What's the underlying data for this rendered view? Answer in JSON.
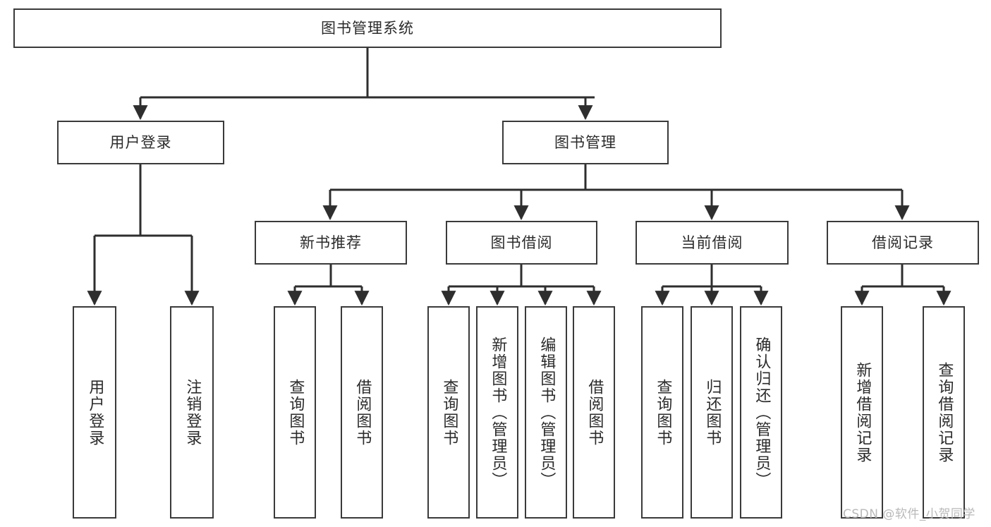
{
  "diagram": {
    "title": "图书管理系统",
    "type": "tree",
    "watermark": "CSDN @软件_小贺同学",
    "colors": {
      "box_border": "#3a3a3a",
      "box_fill": "#ffffff",
      "connector": "#2e2e2e",
      "text": "#2b2b2b",
      "watermark": "#b9b9b9",
      "background": "#ffffff"
    },
    "levels": {
      "root": "图书管理系统",
      "level2": [
        "用户登录",
        "图书管理"
      ],
      "level3": [
        "新书推荐",
        "图书借阅",
        "当前借阅",
        "借阅记录"
      ]
    },
    "nodes": {
      "root": {
        "label": "图书管理系统",
        "orientation": "horizontal"
      },
      "user_login": {
        "label": "用户登录",
        "orientation": "horizontal"
      },
      "book_manage": {
        "label": "图书管理",
        "orientation": "horizontal"
      },
      "new_book_rec": {
        "label": "新书推荐",
        "orientation": "horizontal"
      },
      "book_borrow": {
        "label": "图书借阅",
        "orientation": "horizontal"
      },
      "current_borrow": {
        "label": "当前借阅",
        "orientation": "horizontal"
      },
      "borrow_record": {
        "label": "借阅记录",
        "orientation": "horizontal"
      },
      "leaf_user_login": {
        "label": "用户登录",
        "orientation": "vertical"
      },
      "leaf_logout": {
        "label": "注销登录",
        "orientation": "vertical"
      },
      "leaf_query_book_a": {
        "label": "查询图书",
        "orientation": "vertical"
      },
      "leaf_borrow_book_a": {
        "label": "借阅图书",
        "orientation": "vertical"
      },
      "leaf_query_book_b": {
        "label": "查询图书",
        "orientation": "vertical"
      },
      "leaf_add_book": {
        "label": "新增图书（管理员）",
        "orientation": "vertical"
      },
      "leaf_edit_book": {
        "label": "编辑图书（管理员）",
        "orientation": "vertical"
      },
      "leaf_borrow_book_b": {
        "label": "借阅图书",
        "orientation": "vertical"
      },
      "leaf_query_book_c": {
        "label": "查询图书",
        "orientation": "vertical"
      },
      "leaf_return_book": {
        "label": "归还图书",
        "orientation": "vertical"
      },
      "leaf_confirm_return": {
        "label": "确认归还（管理员）",
        "orientation": "vertical"
      },
      "leaf_add_record": {
        "label": "新增借阅记录",
        "orientation": "vertical"
      },
      "leaf_query_record": {
        "label": "查询借阅记录",
        "orientation": "vertical"
      }
    }
  }
}
